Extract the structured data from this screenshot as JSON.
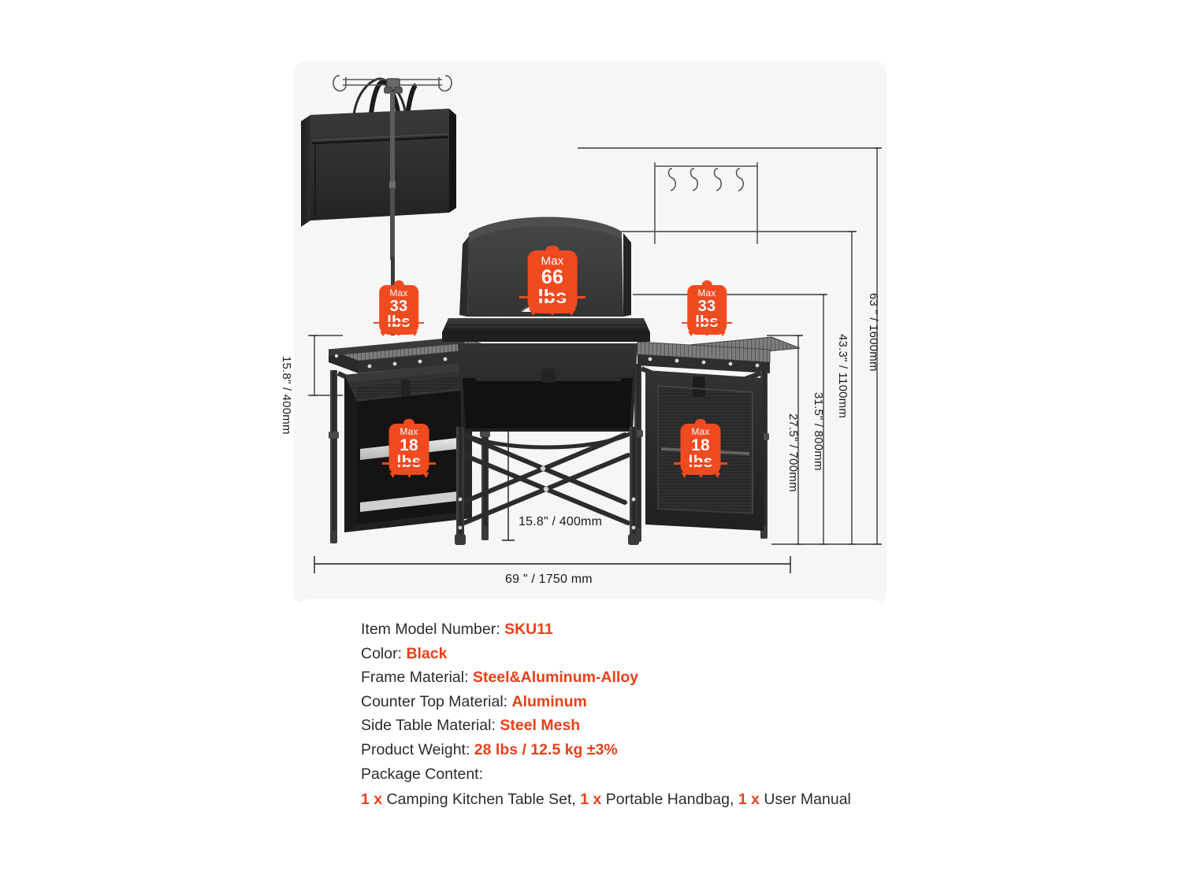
{
  "illustration": {
    "carry_bag": {
      "name": "portable-handbag"
    },
    "product": {
      "name": "camping-kitchen-table-set"
    }
  },
  "dimensions": {
    "left_table_height": "15.8\" / 400mm",
    "center_under_frame": "15.8\" / 400mm",
    "total_width": "69 \" / 1750 mm",
    "total_height": "63 \" / 1600mm",
    "lamp_pole_height": "43.3\" / 1100mm",
    "windscreen_height": "31.5\" / 800mm",
    "counter_height": "27.5\" / 700mm"
  },
  "load_badges": [
    {
      "id": "center-counter",
      "max_label": "Max",
      "value": "66 lbs"
    },
    {
      "id": "left-table",
      "max_label": "Max",
      "value": "33 lbs"
    },
    {
      "id": "right-table",
      "max_label": "Max",
      "value": "33 lbs"
    },
    {
      "id": "left-cabinet",
      "max_label": "Max",
      "value": "18 lbs"
    },
    {
      "id": "right-cabinet",
      "max_label": "Max",
      "value": "18 lbs"
    }
  ],
  "spec": {
    "rows": [
      {
        "label": "Item Model Number: ",
        "value": "SKU11"
      },
      {
        "label": "Color: ",
        "value": "Black"
      },
      {
        "label": "Frame Material: ",
        "value": "Steel&Aluminum-Alloy"
      },
      {
        "label": "Counter Top Material: ",
        "value": "Aluminum"
      },
      {
        "label": "Side Table Material: ",
        "value": "Steel Mesh"
      },
      {
        "label": "Product Weight: ",
        "value": "28 lbs / 12.5 kg ±3%"
      }
    ],
    "package_title": "Package Content:",
    "package_items": [
      {
        "qty": "1 x",
        "name": " Camping Kitchen Table Set,"
      },
      {
        "qty": "1 x",
        "name": " Portable Handbag,"
      },
      {
        "qty": "1 x",
        "name": " User Manual"
      }
    ]
  },
  "colors": {
    "accent_orange": "#f04a20",
    "spec_value_red": "#e8401a",
    "panel_bg": "#f6f6f6",
    "product_black": "#2b2b2b"
  }
}
